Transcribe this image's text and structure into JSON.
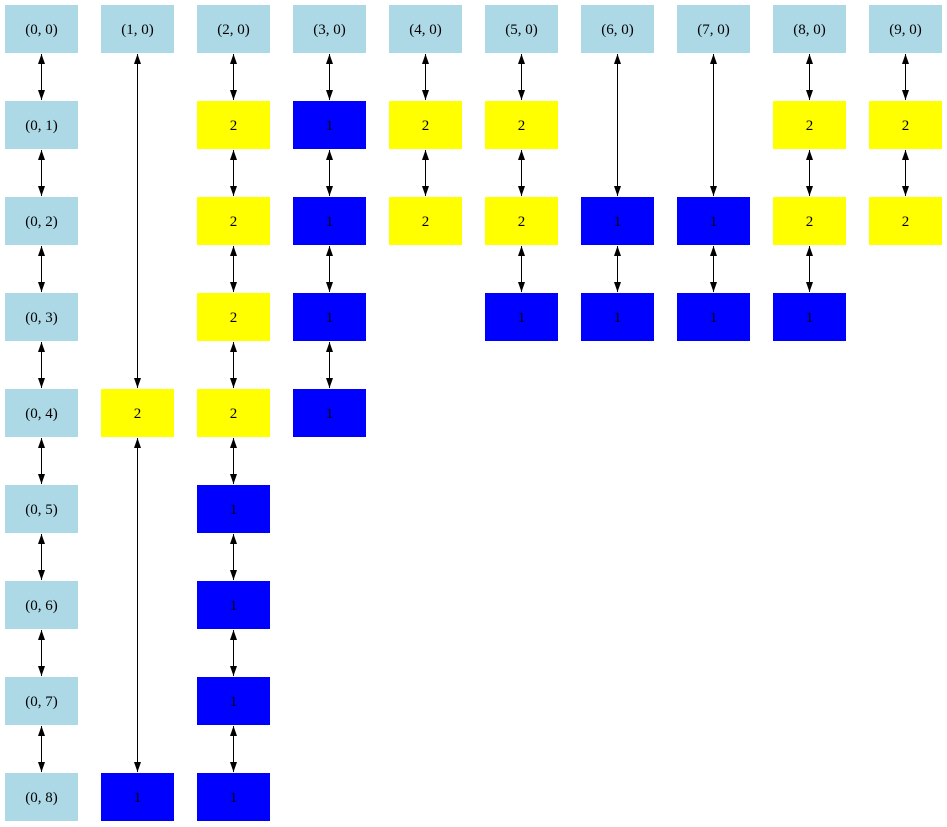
{
  "colors": {
    "header": "#add8e6",
    "yellow": "#ffff00",
    "blue": "#0000ff",
    "text": "#000000",
    "edge": "#000000"
  },
  "nodes": [
    {
      "id": "h0",
      "label": "(0, 0)",
      "kind": "header"
    },
    {
      "id": "h1",
      "label": "(1, 0)",
      "kind": "header"
    },
    {
      "id": "h2",
      "label": "(2, 0)",
      "kind": "header"
    },
    {
      "id": "h3",
      "label": "(3, 0)",
      "kind": "header"
    },
    {
      "id": "h4",
      "label": "(4, 0)",
      "kind": "header"
    },
    {
      "id": "h5",
      "label": "(5, 0)",
      "kind": "header"
    },
    {
      "id": "h6",
      "label": "(6, 0)",
      "kind": "header"
    },
    {
      "id": "h7",
      "label": "(7, 0)",
      "kind": "header"
    },
    {
      "id": "h8",
      "label": "(8, 0)",
      "kind": "header"
    },
    {
      "id": "h9",
      "label": "(9, 0)",
      "kind": "header"
    },
    {
      "id": "r1",
      "label": "(0, 1)",
      "kind": "header"
    },
    {
      "id": "r2",
      "label": "(0, 2)",
      "kind": "header"
    },
    {
      "id": "r3",
      "label": "(0, 3)",
      "kind": "header"
    },
    {
      "id": "r4",
      "label": "(0, 4)",
      "kind": "header"
    },
    {
      "id": "r5",
      "label": "(0, 5)",
      "kind": "header"
    },
    {
      "id": "r6",
      "label": "(0, 6)",
      "kind": "header"
    },
    {
      "id": "r7",
      "label": "(0, 7)",
      "kind": "header"
    },
    {
      "id": "r8",
      "label": "(0, 8)",
      "kind": "header"
    },
    {
      "id": "c1_4",
      "label": "2",
      "kind": "yellow"
    },
    {
      "id": "c1_8",
      "label": "1",
      "kind": "blue"
    },
    {
      "id": "c2_1",
      "label": "2",
      "kind": "yellow"
    },
    {
      "id": "c2_2",
      "label": "2",
      "kind": "yellow"
    },
    {
      "id": "c2_3",
      "label": "2",
      "kind": "yellow"
    },
    {
      "id": "c2_4",
      "label": "2",
      "kind": "yellow"
    },
    {
      "id": "c2_5",
      "label": "1",
      "kind": "blue"
    },
    {
      "id": "c2_6",
      "label": "1",
      "kind": "blue"
    },
    {
      "id": "c2_7",
      "label": "1",
      "kind": "blue"
    },
    {
      "id": "c2_8",
      "label": "1",
      "kind": "blue"
    },
    {
      "id": "c3_1",
      "label": "1",
      "kind": "blue"
    },
    {
      "id": "c3_2",
      "label": "1",
      "kind": "blue"
    },
    {
      "id": "c3_3",
      "label": "1",
      "kind": "blue"
    },
    {
      "id": "c3_4",
      "label": "1",
      "kind": "blue"
    },
    {
      "id": "c4_1",
      "label": "2",
      "kind": "yellow"
    },
    {
      "id": "c4_2",
      "label": "2",
      "kind": "yellow"
    },
    {
      "id": "c5_1",
      "label": "2",
      "kind": "yellow"
    },
    {
      "id": "c5_2",
      "label": "2",
      "kind": "yellow"
    },
    {
      "id": "c5_3",
      "label": "1",
      "kind": "blue"
    },
    {
      "id": "c6_2",
      "label": "1",
      "kind": "blue"
    },
    {
      "id": "c6_3",
      "label": "1",
      "kind": "blue"
    },
    {
      "id": "c7_2",
      "label": "1",
      "kind": "blue"
    },
    {
      "id": "c7_3",
      "label": "1",
      "kind": "blue"
    },
    {
      "id": "c8_1",
      "label": "2",
      "kind": "yellow"
    },
    {
      "id": "c8_2",
      "label": "2",
      "kind": "yellow"
    },
    {
      "id": "c8_3",
      "label": "1",
      "kind": "blue"
    },
    {
      "id": "c9_1",
      "label": "2",
      "kind": "yellow"
    },
    {
      "id": "c9_2",
      "label": "2",
      "kind": "yellow"
    }
  ],
  "edges": [
    [
      "h0",
      "r1"
    ],
    [
      "r1",
      "r2"
    ],
    [
      "r2",
      "r3"
    ],
    [
      "r3",
      "r4"
    ],
    [
      "r4",
      "r5"
    ],
    [
      "r5",
      "r6"
    ],
    [
      "r6",
      "r7"
    ],
    [
      "r7",
      "r8"
    ],
    [
      "h1",
      "c1_4"
    ],
    [
      "c1_4",
      "c1_8"
    ],
    [
      "h2",
      "c2_1"
    ],
    [
      "c2_1",
      "c2_2"
    ],
    [
      "c2_2",
      "c2_3"
    ],
    [
      "c2_3",
      "c2_4"
    ],
    [
      "c2_4",
      "c2_5"
    ],
    [
      "c2_5",
      "c2_6"
    ],
    [
      "c2_6",
      "c2_7"
    ],
    [
      "c2_7",
      "c2_8"
    ],
    [
      "h3",
      "c3_1"
    ],
    [
      "c3_1",
      "c3_2"
    ],
    [
      "c3_2",
      "c3_3"
    ],
    [
      "c3_3",
      "c3_4"
    ],
    [
      "h4",
      "c4_1"
    ],
    [
      "c4_1",
      "c4_2"
    ],
    [
      "h5",
      "c5_1"
    ],
    [
      "c5_1",
      "c5_2"
    ],
    [
      "c5_2",
      "c5_3"
    ],
    [
      "h6",
      "c6_2"
    ],
    [
      "c6_2",
      "c6_3"
    ],
    [
      "h7",
      "c7_2"
    ],
    [
      "c7_2",
      "c7_3"
    ],
    [
      "h8",
      "c8_1"
    ],
    [
      "c8_1",
      "c8_2"
    ],
    [
      "c8_2",
      "c8_3"
    ],
    [
      "h9",
      "c9_1"
    ],
    [
      "c9_1",
      "c9_2"
    ]
  ]
}
